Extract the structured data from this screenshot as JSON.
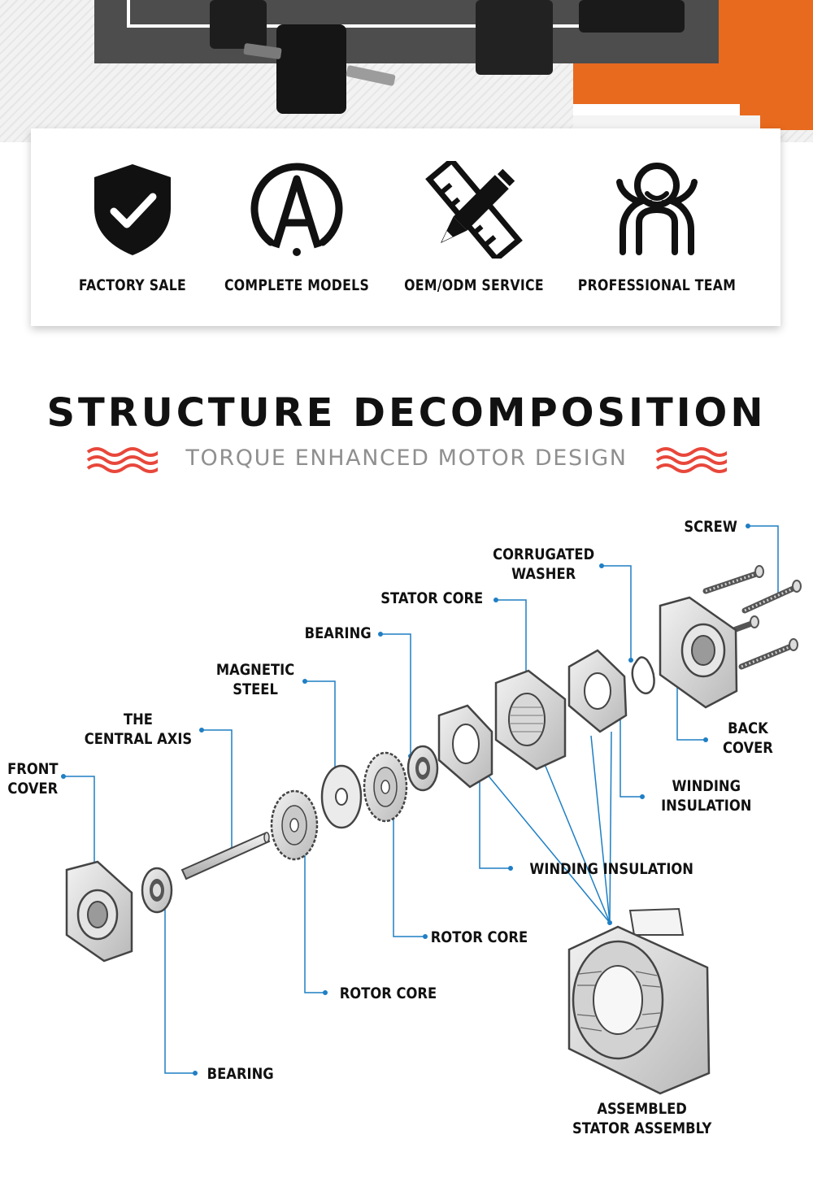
{
  "features": [
    {
      "label": "FACTORY SALE",
      "icon": "shield-check-icon"
    },
    {
      "label": "COMPLETE MODELS",
      "icon": "letter-a-circle-icon"
    },
    {
      "label": "OEM/ODM SERVICE",
      "icon": "pencil-ruler-icon"
    },
    {
      "label": "PROFESSIONAL TEAM",
      "icon": "team-people-icon"
    }
  ],
  "section": {
    "title": "STRUCTURE DECOMPOSITION",
    "subtitle": "TORQUE ENHANCED MOTOR DESIGN"
  },
  "parts": {
    "screw": "SCREW",
    "corrugated_washer_1": "CORRUGATED",
    "corrugated_washer_2": "WASHER",
    "stator_core": "STATOR CORE",
    "bearing_top": "BEARING",
    "magnetic_steel_1": "MAGNETIC",
    "magnetic_steel_2": "STEEL",
    "central_axis_1": "THE",
    "central_axis_2": "CENTRAL AXIS",
    "front_cover_1": "FRONT",
    "front_cover_2": "COVER",
    "back_cover_1": "BACK",
    "back_cover_2": "COVER",
    "winding_insulation_right_1": "WINDING",
    "winding_insulation_right_2": "INSULATION",
    "winding_insulation_mid": "WINDING INSULATION",
    "rotor_core_right": "ROTOR CORE",
    "rotor_core_left": "ROTOR CORE",
    "bearing_bottom": "BEARING",
    "assembled_1": "ASSEMBLED",
    "assembled_2": "STATOR ASSEMBLY"
  },
  "colors": {
    "accent_orange": "#e86a1f",
    "wave_red": "#e8473b",
    "leader_blue": "#1f7fc4",
    "text_dark": "#111111",
    "subtitle_gray": "#8f8f8f"
  }
}
